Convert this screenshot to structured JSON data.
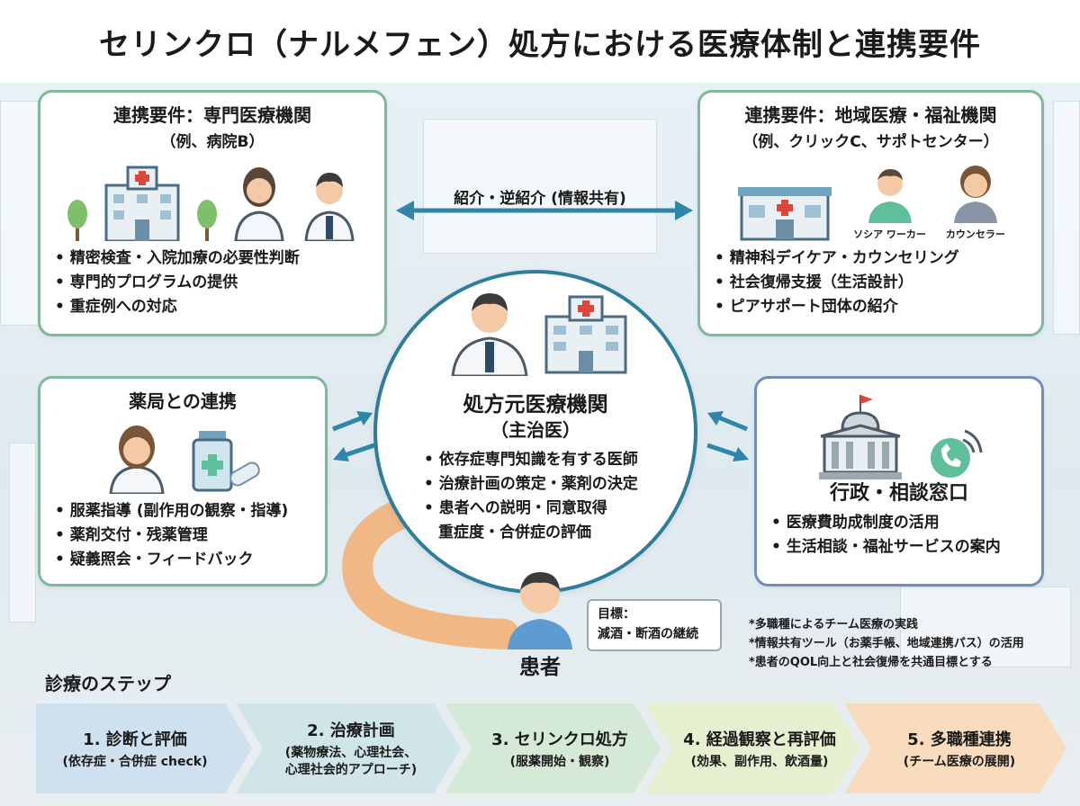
{
  "title": "セリンクロ（ナルメフェン）処方における医療体制と連携要件",
  "specialist": {
    "title": "連携要件：専門医療機関",
    "subtitle": "（例、病院B）",
    "items": [
      "精密検査・入院加療の必要性判断",
      "専門的プログラムの提供",
      "重症例への対応"
    ]
  },
  "regional": {
    "title": "連携要件：地域医療・福祉機関",
    "subtitle": "（例、クリックC、サポトセンター）",
    "role_social": "ソシア ワーカー",
    "role_counselor": "カウンセラー",
    "items": [
      "精神科デイケア・カウンセリング",
      "社会復帰支援（生活設計）",
      "ピアサポート団体の紹介"
    ]
  },
  "referral_label": "紹介・逆紹介 (情報共有)",
  "pharmacy": {
    "title": "薬局との連携",
    "items": [
      "服薬指導 (副作用の観察・指導)",
      "薬剤交付・残薬管理",
      "疑義照会・フィードバック"
    ]
  },
  "prescriber": {
    "title": "処方元医療機関",
    "subtitle": "（主治医）",
    "items": [
      "依存症専門知識を有する医師",
      "治療計画の策定・薬剤の決定",
      "患者への説明・同意取得"
    ],
    "extra": "重症度・合併症の評価"
  },
  "admin": {
    "title": "行政・相談窓口",
    "items": [
      "医療費助成制度の活用",
      "生活相談・福祉サービスの案内"
    ]
  },
  "patient": {
    "label": "患者",
    "goal_line1": "目標：",
    "goal_line2": "減酒・断酒の継続"
  },
  "notes": [
    "*多職種によるチーム医療の実践",
    "*情報共有ツール（お薬手帳、地域連携パス）の活用",
    "*患者のQOL向上と社会復帰を共通目標とする"
  ],
  "steps_title": "診療のステップ",
  "steps": [
    {
      "label": "1. 診断と評価",
      "note": "(依存症・合併症 check)",
      "color": "#cfe0ef"
    },
    {
      "label": "2. 治療計画",
      "note": "(薬物療法、心理社会、",
      "note2": "心理社会的アプローチ)",
      "color": "#cfe5ea"
    },
    {
      "label": "3. セリンクロ処方",
      "note": "(服薬開始・観察)",
      "color": "#d5ead6"
    },
    {
      "label": "4. 経過観察と再評価",
      "note": "(効果、副作用、飲酒量)",
      "color": "#e6efcf"
    },
    {
      "label": "5. 多職種連携",
      "note": "(チーム医療の展開)",
      "color": "#f8dcbd"
    }
  ],
  "colors": {
    "green_border": "#7fb89a",
    "blue_border": "#6f8fb4",
    "center_border": "#2e7d9a",
    "arrow": "#2f86a8",
    "path": "#f2b27a"
  }
}
